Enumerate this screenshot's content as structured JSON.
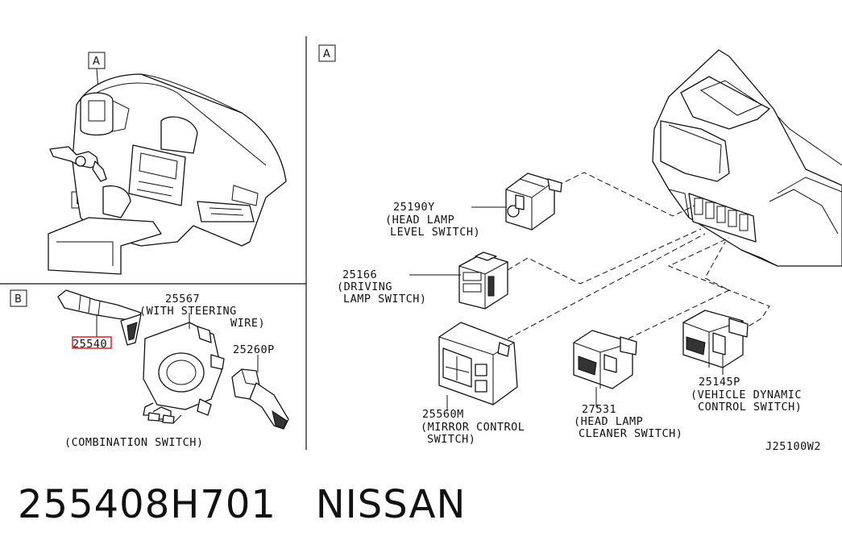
{
  "sections": {
    "a_left": "A",
    "b_left": "B",
    "b_section": "B",
    "a_right": "A"
  },
  "labels": {
    "p25567": "25567",
    "p25567_desc1": "(WITH STEERING",
    "p25567_desc2": "WIRE)",
    "p25540": "25540",
    "p25260P": "25260P",
    "combination": "(COMBINATION SWITCH)",
    "p25190Y": "25190Y",
    "p25190Y_desc1": "(HEAD LAMP",
    "p25190Y_desc2": "LEVEL SWITCH)",
    "p25166": "25166",
    "p25166_desc1": "(DRIVING",
    "p25166_desc2": "LAMP SWITCH)",
    "p25560M": "25560M",
    "p25560M_desc1": "(MIRROR CONTROL",
    "p25560M_desc2": "SWITCH)",
    "p27531": "27531",
    "p27531_desc1": "(HEAD LAMP",
    "p27531_desc2": "CLEANER SWITCH)",
    "p25145P": "25145P",
    "p25145P_desc1": "(VEHICLE DYNAMIC",
    "p25145P_desc2": "CONTROL SWITCH)",
    "ref_code": "J25100W2"
  },
  "highlight_color": "#e02020",
  "footer": {
    "part_number": "255408H701",
    "brand": "NISSAN"
  }
}
